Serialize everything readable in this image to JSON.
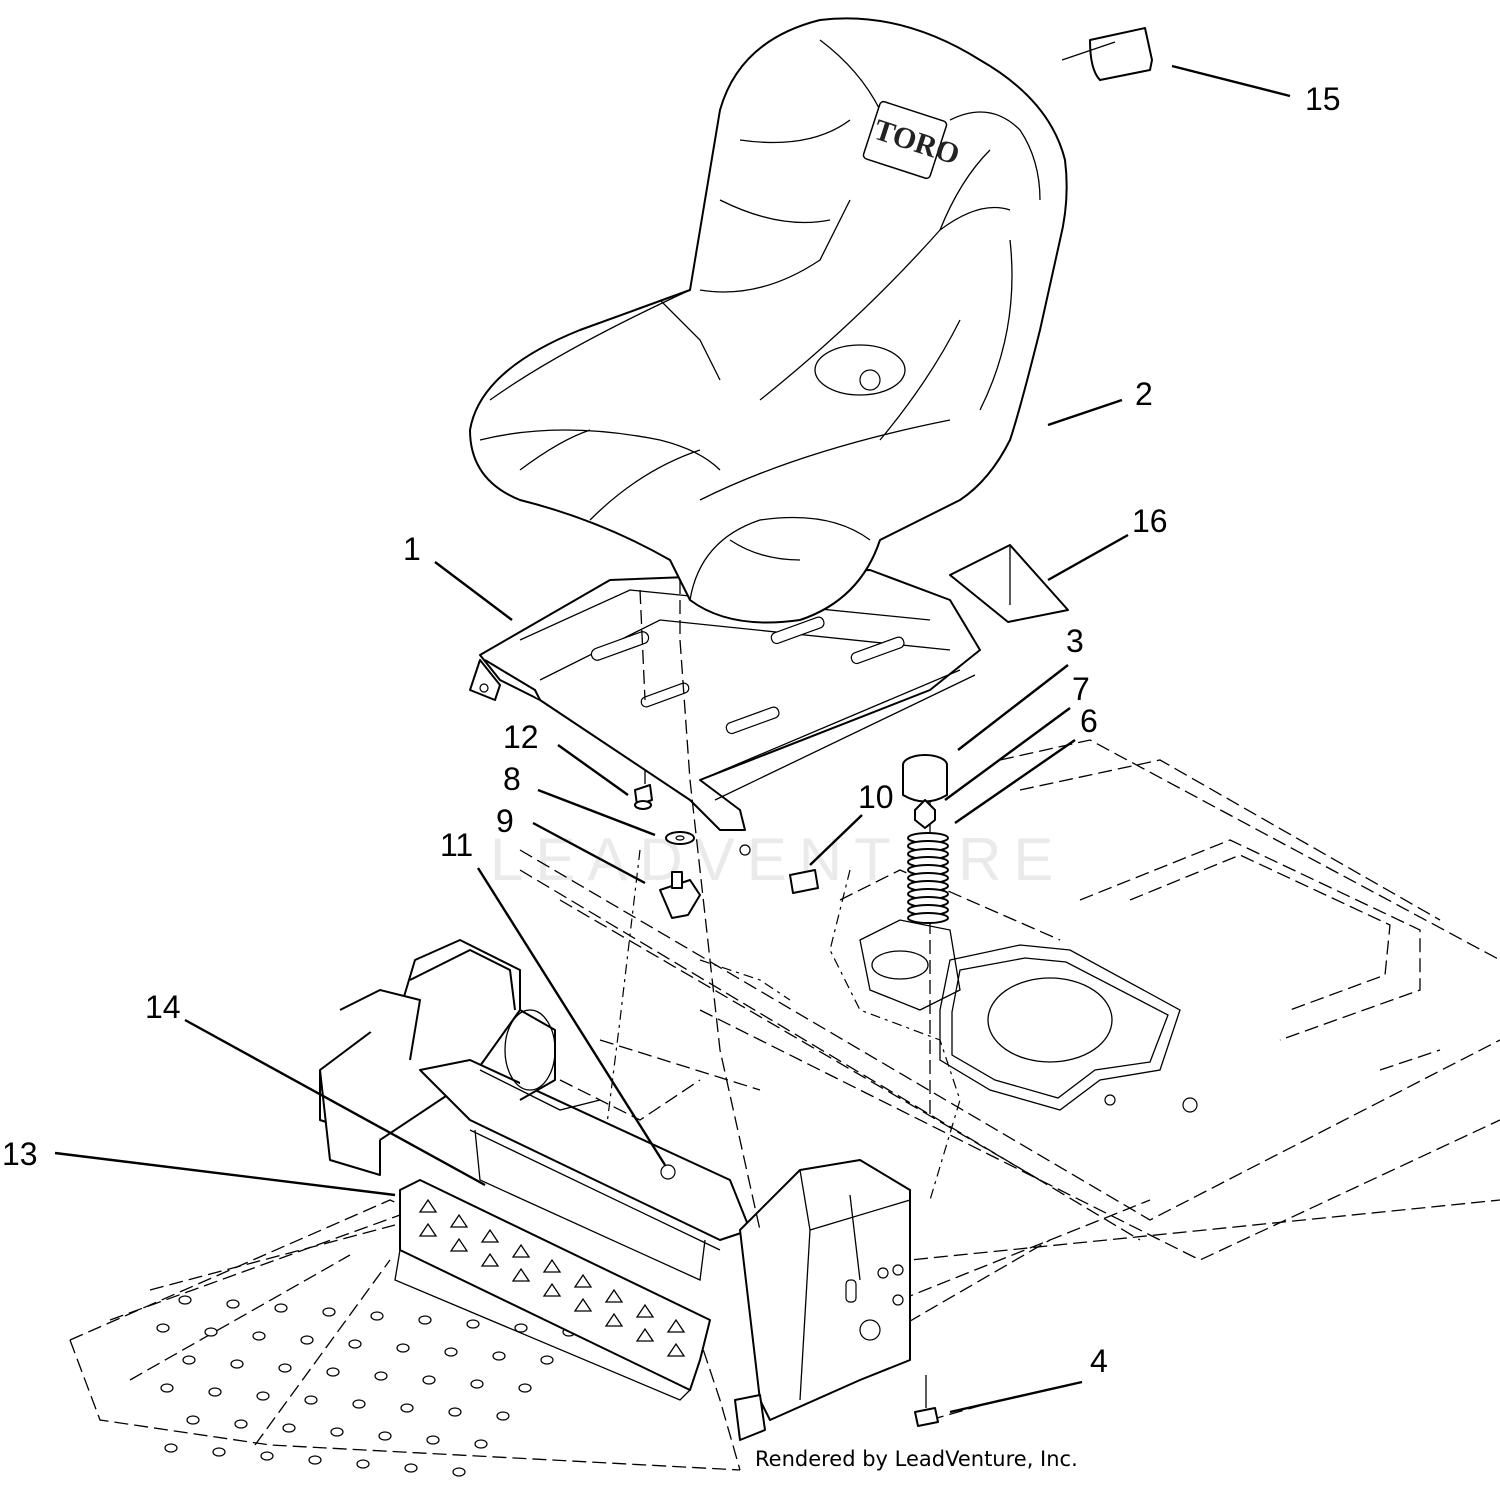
{
  "diagram": {
    "callouts": [
      {
        "label": "1"
      },
      {
        "label": "2"
      },
      {
        "label": "3"
      },
      {
        "label": "4"
      },
      {
        "label": "6"
      },
      {
        "label": "7"
      },
      {
        "label": "8"
      },
      {
        "label": "9"
      },
      {
        "label": "10"
      },
      {
        "label": "11"
      },
      {
        "label": "12"
      },
      {
        "label": "13"
      },
      {
        "label": "14"
      },
      {
        "label": "15"
      },
      {
        "label": "16"
      }
    ],
    "seat_brand": "TORO",
    "watermark": "LEADVENTURE",
    "credit": "Rendered by LeadVenture, Inc."
  }
}
